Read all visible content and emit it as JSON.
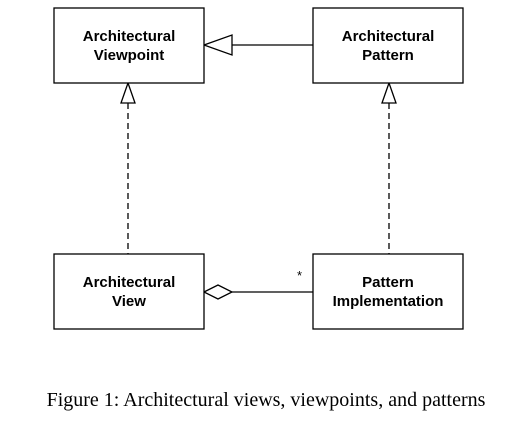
{
  "diagram": {
    "nodes": {
      "viewpoint": {
        "lines": [
          "Architectural",
          "Viewpoint"
        ]
      },
      "pattern": {
        "lines": [
          "Architectural",
          "Pattern"
        ]
      },
      "view": {
        "lines": [
          "Architectural",
          "View"
        ]
      },
      "implementation": {
        "lines": [
          "Pattern",
          "Implementation"
        ]
      }
    },
    "edges": [
      {
        "from": "pattern",
        "to": "viewpoint",
        "kind": "generalization"
      },
      {
        "from": "view",
        "to": "viewpoint",
        "kind": "realization"
      },
      {
        "from": "implementation",
        "to": "pattern",
        "kind": "realization"
      },
      {
        "from": "view",
        "to": "implementation",
        "kind": "aggregation",
        "multiplicity": "*"
      }
    ]
  },
  "caption": "Figure 1: Architectural views, viewpoints, and patterns"
}
